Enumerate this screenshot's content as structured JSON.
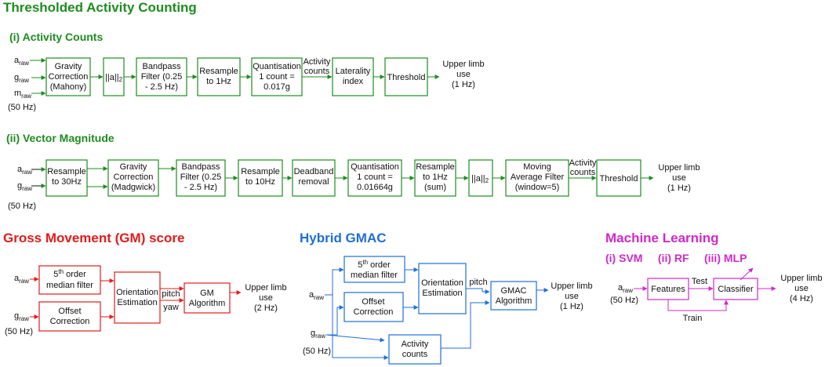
{
  "colors": {
    "green": "#1e8c1e",
    "red": "#e21b1b",
    "blue": "#1f6fd8",
    "magenta": "#d129c9",
    "text": "#111111"
  },
  "titles": {
    "main": "Thresholded Activity Counting",
    "activity_counts": "(i) Activity Counts",
    "vector_magnitude": "(ii) Vector Magnitude",
    "gm": "Gross Movement (GM) score",
    "hybrid": "Hybrid GMAC",
    "ml": "Machine Learning",
    "ml_methods": "(i) SVM     (ii) RF     (iii) MLP"
  },
  "ac": {
    "inputs": [
      "a",
      "g",
      "m"
    ],
    "input_subs": [
      "raw",
      "raw",
      "raw"
    ],
    "rate": "(50 Hz)",
    "box_gravity": [
      "Gravity",
      "Correction",
      "(Mahony)"
    ],
    "box_norm": "||a||",
    "box_norm_sub": "2",
    "box_bandpass": [
      "Bandpass",
      "Filter (0.25",
      "- 2.5 Hz)"
    ],
    "box_resample": [
      "Resample",
      "to 1Hz"
    ],
    "box_quant": [
      "Quantisation",
      "1 count =",
      "0.017g"
    ],
    "edge_label": [
      "Activity",
      "counts"
    ],
    "box_laterality": [
      "Laterality",
      "index"
    ],
    "box_threshold": "Threshold",
    "output": [
      "Upper limb",
      "use",
      "(1 Hz)"
    ]
  },
  "vm": {
    "inputs": [
      "a",
      "g"
    ],
    "input_subs": [
      "raw",
      "raw"
    ],
    "rate": "(50 Hz)",
    "box_resample30": [
      "Resample",
      "to 30Hz"
    ],
    "box_gravity": [
      "Gravity",
      "Correction",
      "(Madgwick)"
    ],
    "box_bandpass": [
      "Bandpass",
      "Filter (0.25",
      "- 2.5 Hz)"
    ],
    "box_resample10": [
      "Resample",
      "to 10Hz"
    ],
    "box_deadband": [
      "Deadband",
      "removal"
    ],
    "box_quant": [
      "Quantisation",
      "1 count =",
      "0.01664g"
    ],
    "box_resample1": [
      "Resample",
      "to 1Hz",
      "(sum)"
    ],
    "box_norm": "||a||",
    "box_norm_sub": "2",
    "box_maf": [
      "Moving",
      "Average Filter",
      "(window=5)"
    ],
    "edge_label": [
      "Activity",
      "counts"
    ],
    "box_threshold": "Threshold",
    "output": [
      "Upper limb",
      "use",
      "(1 Hz)"
    ]
  },
  "gm": {
    "inputs": [
      "a",
      "g"
    ],
    "input_subs": [
      "raw",
      "raw"
    ],
    "rate": "(50 Hz)",
    "box_median": [
      "5",
      "th",
      " order",
      "median filter"
    ],
    "box_offset": [
      "Offset",
      "Correction"
    ],
    "box_orient": [
      "Orientation",
      "Estimation"
    ],
    "edge_labels": [
      "pitch",
      "yaw"
    ],
    "box_algo": [
      "GM",
      "Algorithm"
    ],
    "output": [
      "Upper limb",
      "use",
      "(2 Hz)"
    ]
  },
  "hy": {
    "inputs": [
      "a",
      "g"
    ],
    "input_subs": [
      "raw",
      "raw"
    ],
    "rate": "(50 Hz)",
    "box_median": [
      "5",
      "th",
      " order",
      "median filter"
    ],
    "box_offset": [
      "Offset",
      "Correction"
    ],
    "box_orient": [
      "Orientation",
      "Estimation"
    ],
    "edge_label": "pitch",
    "box_algo": [
      "GMAC",
      "Algorithm"
    ],
    "box_activity": [
      "Activity",
      "counts"
    ],
    "output": [
      "Upper limb",
      "use",
      "(1 Hz)"
    ]
  },
  "ml": {
    "input": "a",
    "input_sub": "raw",
    "rate": "(50 Hz)",
    "box_features": "Features",
    "edge_test": "Test",
    "box_classifier": "Classifier",
    "edge_train": "Train",
    "output": [
      "Upper limb",
      "use",
      "(4 Hz)"
    ]
  }
}
